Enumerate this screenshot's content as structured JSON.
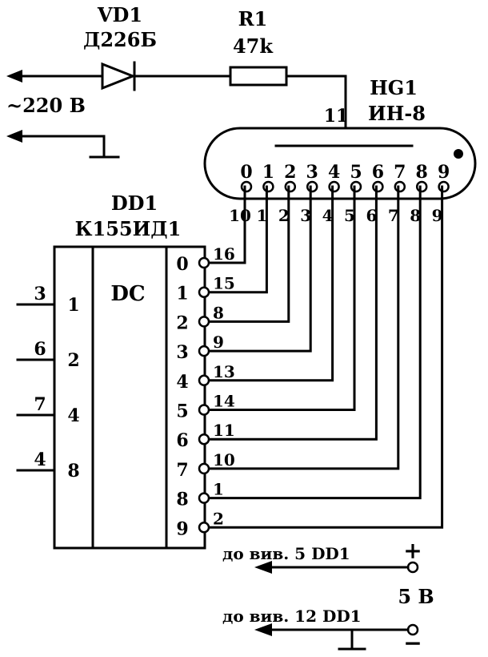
{
  "diode": {
    "ref": "VD1",
    "type": "Д226Б"
  },
  "resistor": {
    "ref": "R1",
    "value": "47k"
  },
  "mains": {
    "label": "~220 В"
  },
  "tube": {
    "ref": "HG1",
    "type": "ИН-8",
    "anode_pin": "11",
    "digits": [
      "0",
      "1",
      "2",
      "3",
      "4",
      "5",
      "6",
      "7",
      "8",
      "9"
    ],
    "pins": [
      "10",
      "1",
      "2",
      "3",
      "4",
      "5",
      "6",
      "7",
      "8",
      "9"
    ]
  },
  "decoder": {
    "ref": "DD1",
    "type": "К155ИД1",
    "function": "DC",
    "inputs": [
      {
        "pin": "3",
        "weight": "1"
      },
      {
        "pin": "6",
        "weight": "2"
      },
      {
        "pin": "7",
        "weight": "4"
      },
      {
        "pin": "4",
        "weight": "8"
      }
    ],
    "outputs": [
      {
        "label": "0",
        "pin": "16"
      },
      {
        "label": "1",
        "pin": "15"
      },
      {
        "label": "2",
        "pin": "8"
      },
      {
        "label": "3",
        "pin": "9"
      },
      {
        "label": "4",
        "pin": "13"
      },
      {
        "label": "5",
        "pin": "14"
      },
      {
        "label": "6",
        "pin": "11"
      },
      {
        "label": "7",
        "pin": "10"
      },
      {
        "label": "8",
        "pin": "1"
      },
      {
        "label": "9",
        "pin": "2"
      }
    ]
  },
  "power": {
    "plus_note": "до вив. 5 DD1",
    "minus_note": "до вив. 12 DD1",
    "plus": "+",
    "minus": "−",
    "voltage": "5 В"
  }
}
